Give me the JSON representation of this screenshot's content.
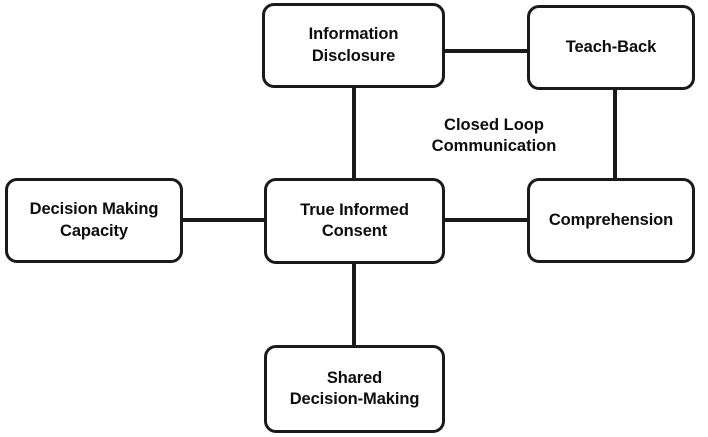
{
  "diagram": {
    "title": "True Informed Consent concept map",
    "background_color": "#ffffff",
    "line_color": "#1a1a1a",
    "text_color": "#0d0d0d",
    "nodes": [
      {
        "id": "information-disclosure",
        "label": "Information\nDisclosure"
      },
      {
        "id": "teach-back",
        "label": "Teach-Back"
      },
      {
        "id": "true-informed-consent",
        "label": "True Informed\nConsent"
      },
      {
        "id": "decision-making-capacity",
        "label": "Decision Making\nCapacity"
      },
      {
        "id": "comprehension",
        "label": "Comprehension"
      },
      {
        "id": "shared-decision-making",
        "label": "Shared\nDecision-Making"
      }
    ],
    "annotations": [
      {
        "id": "closed-loop-communication",
        "label": "Closed Loop\nCommunication"
      }
    ],
    "edges": [
      {
        "id": "disclosure-teachback",
        "from": "information-disclosure",
        "to": "teach-back",
        "orientation": "horizontal"
      },
      {
        "id": "teachback-comprehension",
        "from": "teach-back",
        "to": "comprehension",
        "orientation": "vertical"
      },
      {
        "id": "disclosure-consent",
        "from": "information-disclosure",
        "to": "true-informed-consent",
        "orientation": "vertical"
      },
      {
        "id": "capacity-consent",
        "from": "decision-making-capacity",
        "to": "true-informed-consent",
        "orientation": "horizontal"
      },
      {
        "id": "consent-comprehension",
        "from": "true-informed-consent",
        "to": "comprehension",
        "orientation": "horizontal"
      },
      {
        "id": "consent-shared",
        "from": "true-informed-consent",
        "to": "shared-decision-making",
        "orientation": "vertical"
      }
    ]
  }
}
